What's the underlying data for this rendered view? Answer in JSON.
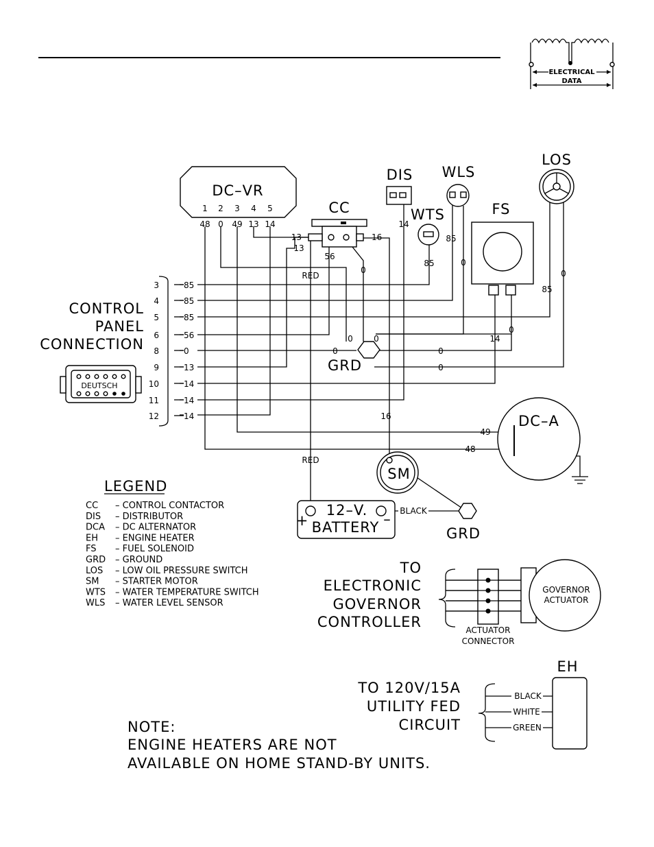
{
  "header": {
    "badge_line1": "ELECTRICAL",
    "badge_line2": "DATA"
  },
  "components": {
    "dcvr": {
      "label": "DC–VR",
      "pins": [
        "1",
        "2",
        "3",
        "4",
        "5"
      ],
      "wires": [
        "48",
        "0",
        "49",
        "13",
        "14"
      ]
    },
    "cc": {
      "label": "CC",
      "wire_left": "13",
      "wire_left2": "13",
      "wire_right": "16",
      "wire_56": "56",
      "wire_0": "0"
    },
    "dis": {
      "label": "DIS",
      "wire": "14"
    },
    "wls": {
      "label": "WLS",
      "wire_85": "85",
      "wire_0": "0"
    },
    "wts": {
      "label": "WTS",
      "wire": "85"
    },
    "fs": {
      "label": "FS",
      "wire_14": "14",
      "wire_0": "0"
    },
    "los": {
      "label": "LOS",
      "wire_85": "85",
      "wire_0": "0"
    },
    "grd_center": {
      "label": "GRD",
      "w1": "0",
      "w2": "0",
      "w3": "0",
      "w4": "0",
      "w5": "0"
    },
    "dca": {
      "label": "DC–A",
      "wire_49": "49",
      "wire_48": "48"
    },
    "sm": {
      "label": "SM",
      "wire": "16"
    },
    "battery": {
      "line1": "12–V.",
      "line2": "BATTERY",
      "plus": "+",
      "minus": "–",
      "red_label": "RED",
      "red_label2": "RED",
      "black_label": "BLACK"
    },
    "grd_bottom": {
      "label": "GRD"
    }
  },
  "control_panel": {
    "title_line1": "CONTROL",
    "title_line2": "PANEL",
    "title_line3": "CONNECTION",
    "connector": "DEUTSCH",
    "pins": [
      {
        "pin": "3",
        "wire": "85"
      },
      {
        "pin": "4",
        "wire": "85"
      },
      {
        "pin": "5",
        "wire": "85"
      },
      {
        "pin": "6",
        "wire": "56"
      },
      {
        "pin": "8",
        "wire": "0"
      },
      {
        "pin": "9",
        "wire": "13"
      },
      {
        "pin": "10",
        "wire": "14"
      },
      {
        "pin": "11",
        "wire": "14"
      },
      {
        "pin": "12",
        "wire": "14"
      }
    ]
  },
  "legend": {
    "title": "LEGEND",
    "items": [
      {
        "code": "CC",
        "desc": "–  CONTROL CONTACTOR"
      },
      {
        "code": "DIS",
        "desc": "–  DISTRIBUTOR"
      },
      {
        "code": "DCA",
        "desc": "–  DC ALTERNATOR"
      },
      {
        "code": "EH",
        "desc": "–  ENGINE HEATER"
      },
      {
        "code": "FS",
        "desc": "–  FUEL SOLENOID"
      },
      {
        "code": "GRD",
        "desc": "–  GROUND"
      },
      {
        "code": "LOS",
        "desc": "–  LOW OIL PRESSURE SWITCH"
      },
      {
        "code": "SM",
        "desc": "–  STARTER MOTOR"
      },
      {
        "code": "WTS",
        "desc": "–  WATER TEMPERATURE SWITCH"
      },
      {
        "code": "WLS",
        "desc": "–  WATER LEVEL SENSOR"
      }
    ]
  },
  "governor": {
    "line1": "TO",
    "line2": "ELECTRONIC",
    "line3": "GOVERNOR",
    "line4": "CONTROLLER",
    "connector_line1": "ACTUATOR",
    "connector_line2": "CONNECTOR",
    "actuator_line1": "GOVERNOR",
    "actuator_line2": "ACTUATOR"
  },
  "heater": {
    "line1": "TO 120V/15A",
    "line2": "UTILITY FED",
    "line3": "CIRCUIT",
    "eh_label": "EH",
    "wires": [
      "BLACK",
      "WHITE",
      "GREEN"
    ]
  },
  "note": {
    "title": "NOTE:",
    "line1": "ENGINE HEATERS ARE NOT",
    "line2": "AVAILABLE ON HOME STAND-BY UNITS."
  }
}
